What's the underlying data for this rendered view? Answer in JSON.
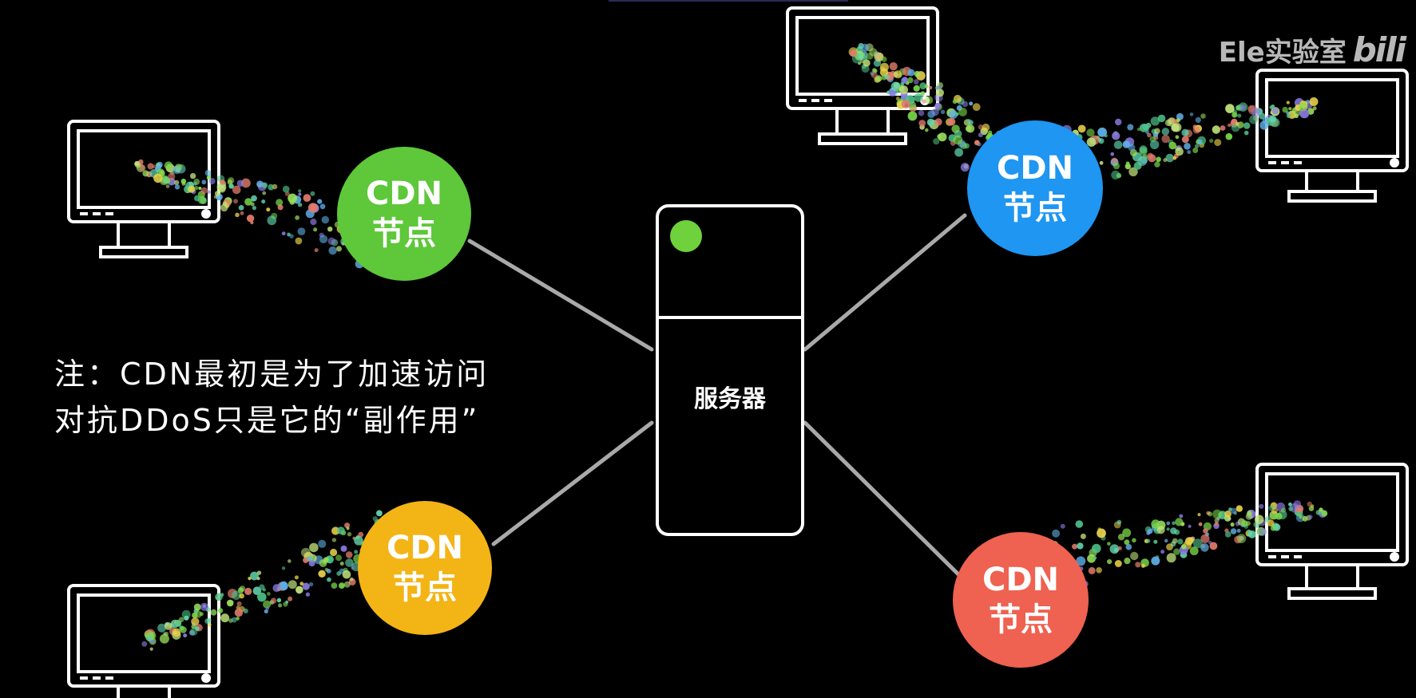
{
  "server": {
    "label": "服务器",
    "indicator_color": "#6fd13b"
  },
  "cdn_nodes": [
    {
      "id": "top-left",
      "line1": "CDN",
      "line2": "节点",
      "color": "#5ec73a"
    },
    {
      "id": "top-right",
      "line1": "CDN",
      "line2": "节点",
      "color": "#1e96f2"
    },
    {
      "id": "bottom-left",
      "line1": "CDN",
      "line2": "节点",
      "color": "#f3b416"
    },
    {
      "id": "bottom-right",
      "line1": "CDN",
      "line2": "节点",
      "color": "#ef6150"
    }
  ],
  "note": {
    "line1": "注：CDN最初是为了加速访问",
    "line2": "对抗DDoS只是它的“副作用”"
  },
  "watermark": {
    "text": "Ele实验室",
    "logo": "bili"
  },
  "icons": [
    "monitor-icon",
    "server-icon",
    "attack-stream"
  ]
}
